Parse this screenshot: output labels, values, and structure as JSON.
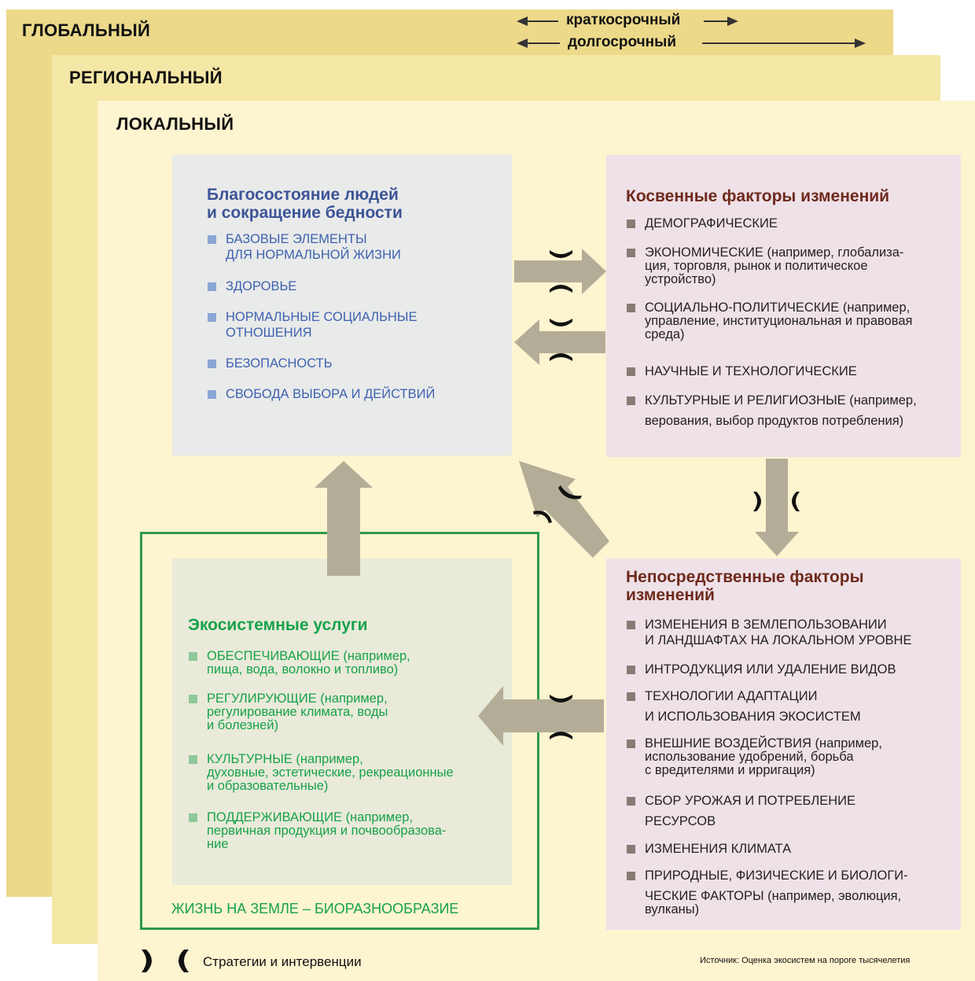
{
  "layers": {
    "global": "ГЛОБАЛЬНЫЙ",
    "regional": "РЕГИОНАЛЬНЫЙ",
    "local": "ЛОКАЛЬНЫЙ"
  },
  "timescale": {
    "short": "краткосрочный",
    "long": "долгосрочный"
  },
  "wellbeing": {
    "title_line1": "Благосостояние людей",
    "title_line2": "и сокращение бедности",
    "items": [
      {
        "line1": "БАЗОВЫЕ ЭЛЕМЕНТЫ",
        "line2": "ДЛЯ НОРМАЛЬНОЙ ЖИЗНИ"
      },
      {
        "line1": "ЗДОРОВЬЕ"
      },
      {
        "line1": "НОРМАЛЬНЫЕ СОЦИАЛЬНЫЕ",
        "line2": "ОТНОШЕНИЯ"
      },
      {
        "line1": "БЕЗОПАСНОСТЬ"
      },
      {
        "line1": "СВОБОДА ВЫБОРА И ДЕЙСТВИЙ"
      }
    ]
  },
  "indirect": {
    "title": "Косвенные факторы изменений",
    "items": [
      {
        "caps": "ДЕМОГРАФИЧЕСКИЕ",
        "rest": ""
      },
      {
        "caps": "ЭКОНОМИЧЕСКИЕ",
        "rest": " (например, глобализа-",
        "line2": "ция, торговля, рынок и политическое",
        "line3": "устройство)"
      },
      {
        "caps": "СОЦИАЛЬНО-ПОЛИТИЧЕСКИЕ",
        "rest": " (например,",
        "line2": "управление, институциональная и правовая",
        "line3": "среда)"
      },
      {
        "caps": "НАУЧНЫЕ И ТЕХНОЛОГИЧЕСКИЕ",
        "rest": ""
      },
      {
        "caps": "КУЛЬТУРНЫЕ И РЕЛИГИОЗНЫЕ",
        "rest": " (например,",
        "line2": "верования, выбор продуктов потребления)"
      }
    ]
  },
  "direct": {
    "title_line1": "Непосредственные факторы",
    "title_line2": "изменений",
    "items": [
      {
        "caps": "ИЗМЕНЕНИЯ В ЗЕМЛЕПОЛЬЗОВАНИИ",
        "line2": "И ЛАНДШАФТАХ НА ЛОКАЛЬНОМ УРОВНЕ"
      },
      {
        "caps": "ИНТРОДУКЦИЯ ИЛИ УДАЛЕНИЕ ВИДОВ"
      },
      {
        "caps": "ТЕХНОЛОГИИ АДАПТАЦИИ",
        "line2": "И ИСПОЛЬЗОВАНИЯ ЭКОСИСТЕМ"
      },
      {
        "caps": "ВНЕШНИЕ ВОЗДЕЙСТВИЯ",
        "rest": " (например,",
        "line2": "использование удобрений, борьба",
        "line3": "с вредителями и ирригация)"
      },
      {
        "caps": "СБОР УРОЖАЯ И ПОТРЕБЛЕНИЕ",
        "line2": "РЕСУРСОВ"
      },
      {
        "caps": "ИЗМЕНЕНИЯ КЛИМАТА"
      },
      {
        "caps": "ПРИРОДНЫЕ, ФИЗИЧЕСКИЕ И БИОЛОГИ-",
        "line2caps": "ЧЕСКИЕ ФАКТОРЫ",
        "line2rest": " (например, эволюция,",
        "line3": "вулканы)"
      }
    ]
  },
  "eco": {
    "title": "Экосистемные услуги",
    "items": [
      {
        "caps": "ОБЕСПЕЧИВАЮЩИЕ",
        "rest": " (например,",
        "line2": "пища, вода, волокно и топливо)"
      },
      {
        "caps": "РЕГУЛИРУЮЩИЕ",
        "rest": " (например,",
        "line2": "регулирование климата, воды",
        "line3": "и болезней)"
      },
      {
        "caps": "КУЛЬТУРНЫЕ",
        "rest": " (например,",
        "line2": "духовные, эстетические, рекреационные",
        "line3": "и образовательные)"
      },
      {
        "caps": "ПОДДЕРЖИВАЮЩИЕ",
        "rest": " (например,",
        "line2": "первичная продукция и почвообразова-",
        "line3": "ние"
      }
    ],
    "footer": "ЖИЗНЬ НА ЗЕМЛЕ – БИОРАЗНООБРАЗИЕ"
  },
  "legend": {
    "label": "Стратегии и интервенции",
    "source": "Источник: Оценка экосистем на пороге тысячелетия"
  },
  "colors": {
    "global": "#ecd98a",
    "regional": "#f5e7a6",
    "local": "#fdf4d0",
    "arrow": "#b3ad98",
    "wellbeing_text": "#3d5498",
    "factor_title": "#6e2a1c",
    "eco_text": "#17a24a"
  }
}
